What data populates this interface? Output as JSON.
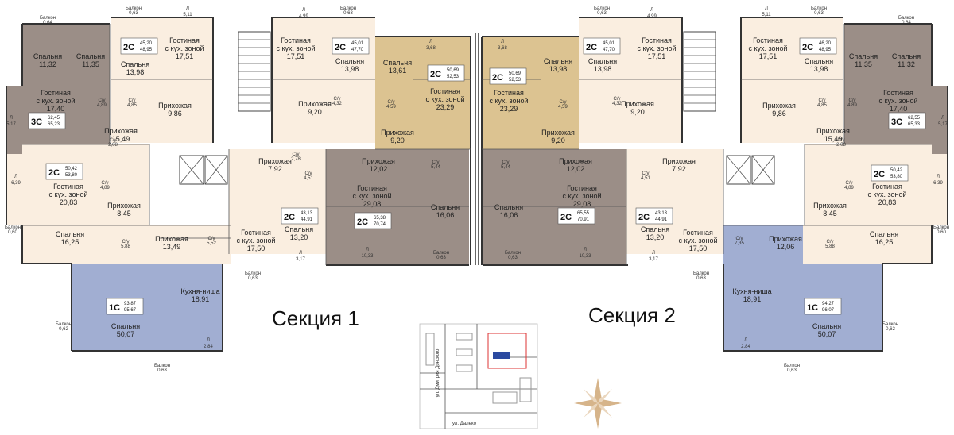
{
  "sections": {
    "left_title": "Секция 1",
    "right_title": "Секция 2"
  },
  "colors": {
    "beige": "#faeee0",
    "brown": "#9b8e87",
    "gold": "#dcc391",
    "blue": "#a1aed2",
    "wall": "#333333"
  },
  "balcony": {
    "word": "Балкон",
    "b064": "0,64",
    "b063": "0,63",
    "b060": "0,60",
    "b062": "0,62"
  },
  "loggia": {
    "letter": "Л",
    "l511": "5,11",
    "l499": "4,99",
    "l368": "3,68",
    "l517": "5,17",
    "l639": "6,39",
    "l317": "3,17",
    "l1033": "10,33",
    "l284": "2,84"
  },
  "apartments": [
    {
      "id": "a1",
      "type": "2С",
      "total": "45,20",
      "full": "48,95"
    },
    {
      "id": "a2",
      "type": "2С",
      "total": "45,01",
      "full": "47,70"
    },
    {
      "id": "a3",
      "type": "2С",
      "total": "50,69",
      "full": "52,53"
    },
    {
      "id": "a4",
      "type": "3С",
      "total": "62,45",
      "full": "65,23"
    },
    {
      "id": "a5",
      "type": "2С",
      "total": "50,42",
      "full": "53,80"
    },
    {
      "id": "a6",
      "type": "2С",
      "total": "43,13",
      "full": "44,91"
    },
    {
      "id": "a7",
      "type": "2С",
      "total": "65,38",
      "full": "70,74"
    },
    {
      "id": "a8",
      "type": "1С",
      "total": "93,87",
      "full": "95,67"
    },
    {
      "id": "b1",
      "type": "2С",
      "total": "50,69",
      "full": "52,53"
    },
    {
      "id": "b2",
      "type": "2С",
      "total": "45,01",
      "full": "47,70"
    },
    {
      "id": "b3",
      "type": "2С",
      "total": "46,20",
      "full": "48,95"
    },
    {
      "id": "b4",
      "type": "3С",
      "total": "62,55",
      "full": "65,33"
    },
    {
      "id": "b5",
      "type": "2С",
      "total": "65,55",
      "full": "70,91"
    },
    {
      "id": "b6",
      "type": "2С",
      "total": "43,13",
      "full": "44,91"
    },
    {
      "id": "b7",
      "type": "2С",
      "total": "50,42",
      "full": "53,80"
    },
    {
      "id": "b8",
      "type": "1С",
      "total": "94,27",
      "full": "96,07"
    }
  ],
  "rooms": {
    "bedroom": "Спальня",
    "living1": "Гостиная",
    "living2": "с кух. зоной",
    "hall": "Прихожая",
    "wc": "С/у",
    "kitchen_niche": "Кухня-ниша"
  },
  "areas": {
    "s1132": "11,32",
    "s1135": "11,35",
    "s1398": "13,98",
    "s1751": "17,51",
    "s1361": "13,61",
    "s2329": "23,29",
    "s920": "9,20",
    "s986": "9,86",
    "s1740": "17,40",
    "s1549": "15,49",
    "s2083": "20,83",
    "s845": "8,45",
    "s1625": "16,25",
    "s1349": "13,49",
    "s792": "7,92",
    "s1202": "12,02",
    "s2908": "29,08",
    "s1606": "16,06",
    "s1320": "13,20",
    "s1750": "17,50",
    "s1891": "18,91",
    "s5007": "50,07",
    "s1206": "12,06",
    "w489": "4,89",
    "w485": "4,85",
    "w432": "4,32",
    "w459": "4,59",
    "w278": "2,78",
    "w451": "4,51",
    "w544": "5,44",
    "w588": "5,88",
    "w552": "5,52",
    "w735": "7,35",
    "w208": "2,08"
  },
  "map": {
    "street1": "ул. Дмитрия Донского",
    "street2": "ул. Далеко"
  }
}
